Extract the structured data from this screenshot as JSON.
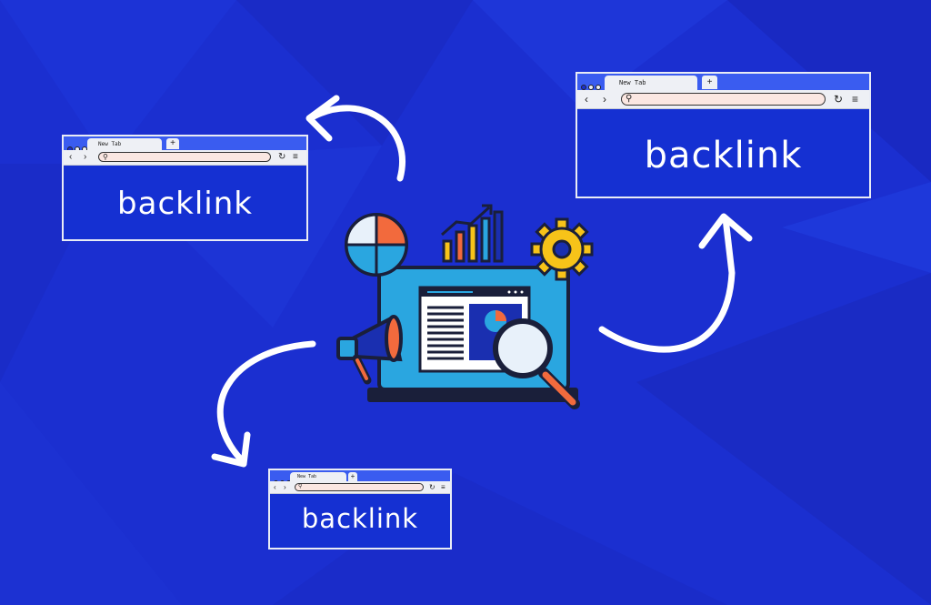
{
  "colors": {
    "background": "#1b2fd0",
    "browser_body": "#1530d2",
    "tab_bar": "#3a5cf0",
    "chrome": "#eef0f5",
    "address_bar": "#fbe7e2",
    "screen": "#2aa6e0",
    "accent_orange": "#f26a3d",
    "accent_yellow": "#f7c319",
    "arrow": "#ffffff"
  },
  "browsers": [
    {
      "id": "top-left",
      "tab_label": "New Tab",
      "brand": "backlink"
    },
    {
      "id": "top-right",
      "tab_label": "New Tab",
      "brand": "backlink"
    },
    {
      "id": "bottom",
      "tab_label": "New Tab",
      "brand": "backlink"
    }
  ],
  "icons": {
    "center": [
      "laptop-icon",
      "pie-chart-icon",
      "bar-chart-icon",
      "gear-icon",
      "megaphone-icon",
      "magnifier-icon"
    ],
    "connectors": [
      "curved-arrow-icon"
    ]
  }
}
